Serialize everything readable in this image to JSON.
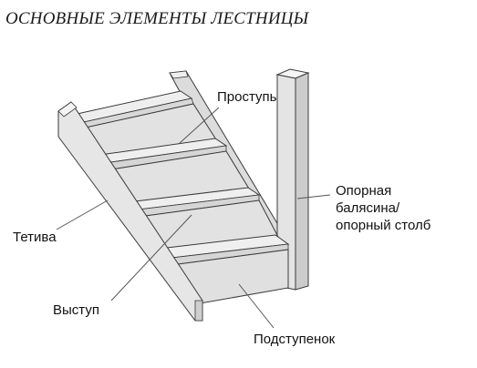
{
  "title": "ОСНОВНЫЕ ЭЛЕМЕНТЫ ЛЕСТНИЦЫ",
  "labels": {
    "tread": "Проступь",
    "stringer": "Тетива",
    "nosing": "Выступ",
    "riser": "Подступенок",
    "newel_line1": "Опорная",
    "newel_line2": "балясина/",
    "newel_line3": "опорный столб"
  },
  "colors": {
    "wood_face": "#e6e6e6",
    "wood_light": "#f2f2f2",
    "wood_shadow": "#cfcfcf",
    "outline": "#3a3a3a",
    "leader": "#555555"
  }
}
